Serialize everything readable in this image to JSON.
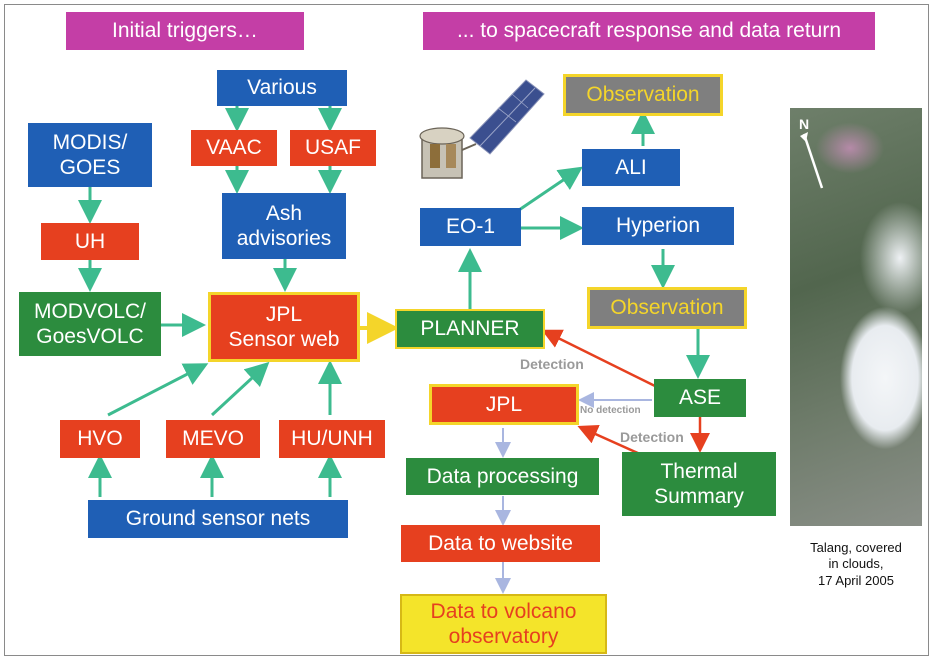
{
  "headers": {
    "left": "Initial triggers…",
    "right": "... to spacecraft response and data return"
  },
  "nodes": {
    "various": "Various",
    "modis": "MODIS/\nGOES",
    "vaac": "VAAC",
    "usaf": "USAF",
    "ash": "Ash\nadvisories",
    "uh": "UH",
    "modvolc": "MODVOLC/\nGoesVOLC",
    "jpl_sensor": "JPL\nSensor web",
    "hvo": "HVO",
    "mevo": "MEVO",
    "hu_unh": "HU/UNH",
    "ground": "Ground sensor nets",
    "planner": "PLANNER",
    "eo1": "EO-1",
    "ali": "ALI",
    "hyperion": "Hyperion",
    "obs_top": "Observation",
    "obs_mid": "Observation",
    "ase": "ASE",
    "jpl": "JPL",
    "thermal": "Thermal\nSummary",
    "data_processing": "Data processing",
    "data_website": "Data to website",
    "data_volcano": "Data to volcano\nobservatory"
  },
  "edge_labels": {
    "detection_top": "Detection",
    "no_detection": "No detection",
    "detection_bottom": "Detection"
  },
  "image": {
    "north": "N",
    "caption": "Talang, covered\nin clouds,\n17 April 2005"
  },
  "colors": {
    "blue": "#1f5fb5",
    "red": "#e6401f",
    "green": "#2c8c3e",
    "magenta": "#c43ea6",
    "yellow": "#f4d52a",
    "arrow_teal": "#3dbb8f",
    "arrow_lavender": "#a9b6e0"
  }
}
